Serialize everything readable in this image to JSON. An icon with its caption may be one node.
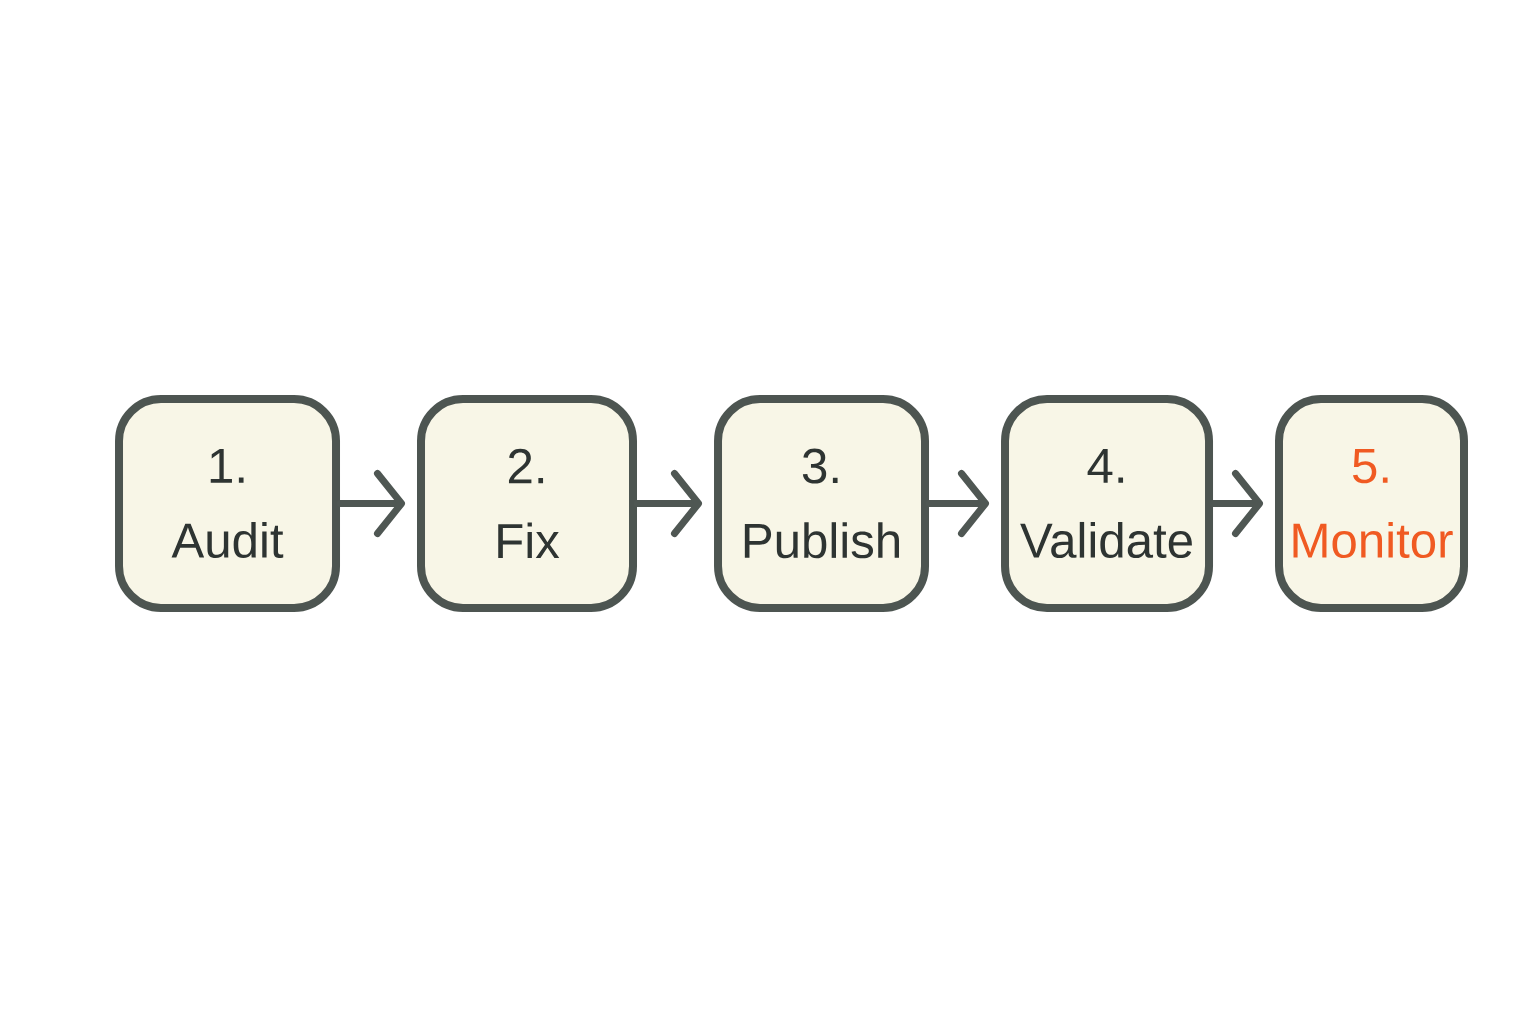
{
  "diagram": {
    "nodes": [
      {
        "text": [
          "1.",
          "Audit"
        ]
      },
      {
        "text": [
          "2.",
          "Fix"
        ]
      },
      {
        "text": [
          "3.",
          "Publish"
        ]
      },
      {
        "text": [
          "4.",
          "Validate"
        ]
      },
      {
        "text": [
          "5.",
          "Monitor"
        ]
      }
    ],
    "edges": [
      {
        "from": 0,
        "to": 1,
        "arrow": "to"
      },
      {
        "from": 1,
        "to": 2,
        "arrow": "to"
      },
      {
        "from": 2,
        "to": 3,
        "arrow": "to"
      },
      {
        "from": 3,
        "to": 4,
        "arrow": "to"
      }
    ]
  }
}
